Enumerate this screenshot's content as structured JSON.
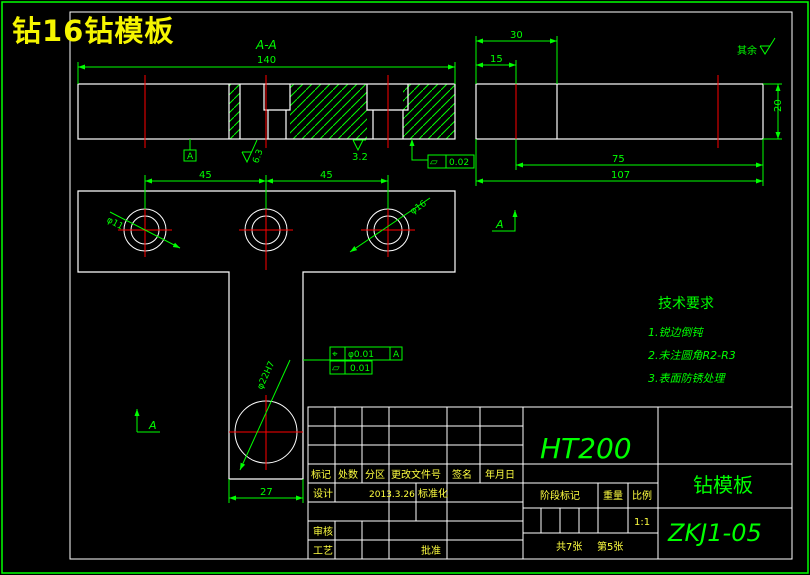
{
  "title": "钻16钻模板",
  "colors": {
    "background": "#000000",
    "outline": "#ffffff",
    "dimension": "#00ff00",
    "center": "#ff0000",
    "hatch": "#00ff00",
    "title": "#f5f500"
  },
  "section_view": {
    "label": "A-A",
    "dim_overall_length": "140",
    "roughness_left": "6.3",
    "roughness_mid": "3.2",
    "datum_label": "A",
    "flatness_symbol": "▱",
    "flatness_value": "0.02"
  },
  "side_view": {
    "dim_width": "20",
    "dim_30": "30",
    "dim_15": "15",
    "dim_75": "75",
    "dim_107": "107",
    "surface_note": "其余"
  },
  "plan_view": {
    "dim_pitch_1": "45",
    "dim_pitch_2": "45",
    "hole_dia_small": "φ11",
    "hole_dia_large": "φ16",
    "bottom_hole_dia": "φ22H7",
    "dim_stem_width": "27",
    "section_mark_1": "A",
    "section_mark_2": "A",
    "tol_position_symbol": "⌖",
    "tol_position_value": "φ0.01",
    "tol_position_datum": "A",
    "tol_flatness_symbol": "▱",
    "tol_flatness_value": "0.01"
  },
  "tech_requirements": {
    "heading": "技术要求",
    "items": [
      "1.锐边倒钝",
      "2.未注圆角R2-R3",
      "3.表面防锈处理"
    ]
  },
  "title_block": {
    "material": "HT200",
    "part_name": "钻模板",
    "drawing_no": "ZKJ1-05",
    "header_labels": [
      "标记",
      "处数",
      "分区",
      "更改文件号",
      "签名",
      "年月日"
    ],
    "design_label": "设计",
    "design_date": "2013.3.26",
    "standardize_label": "标准化",
    "review_label": "审核",
    "process_label": "工艺",
    "approve_label": "批准",
    "stage_label": "阶段标记",
    "weight_label": "重量",
    "scale_label": "比例",
    "scale_value": "1:1",
    "sheets_total": "共7张",
    "sheet_no": "第5张"
  }
}
